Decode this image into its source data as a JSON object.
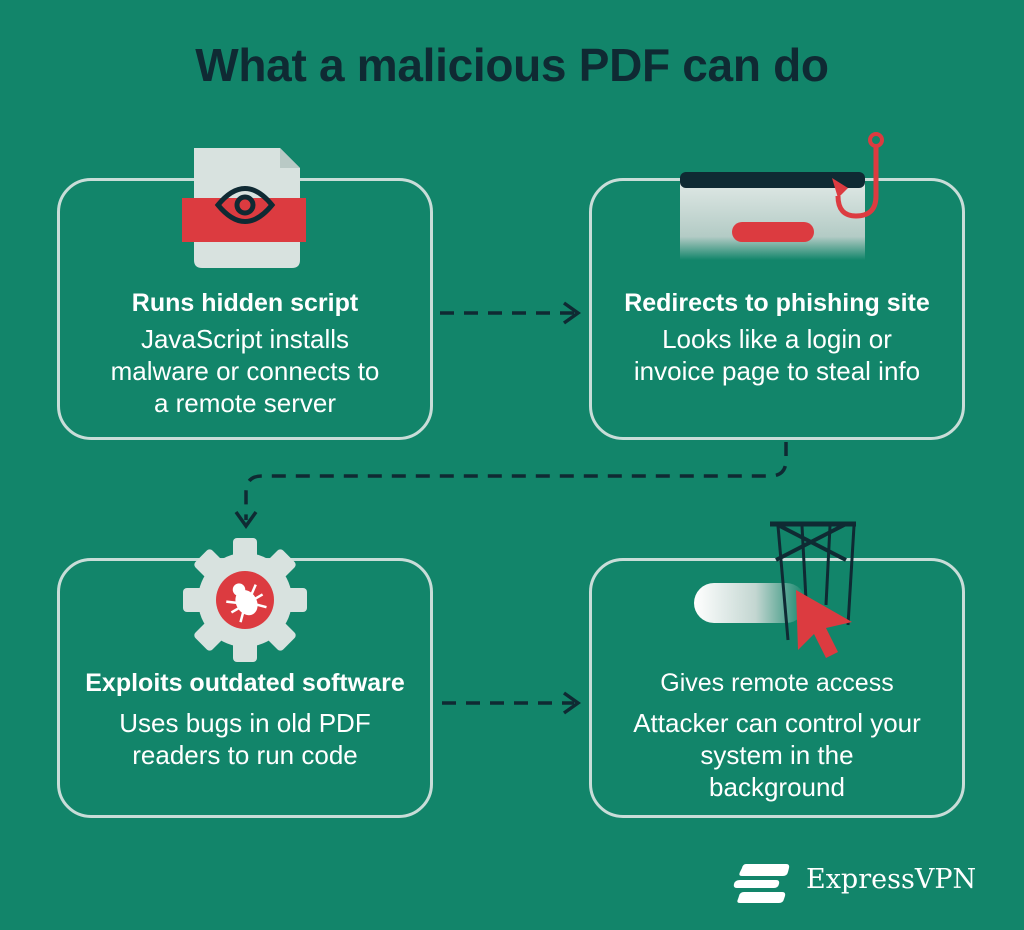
{
  "header": {
    "title": "What a malicious PDF can do"
  },
  "cards": [
    {
      "title": "Runs hidden script",
      "description": "JavaScript installs malware or connects to a remote server",
      "icon": "eye-document-icon"
    },
    {
      "title": "Redirects to phishing site",
      "description": "Looks like a login or invoice page to steal info",
      "icon": "phishing-hook-icon"
    },
    {
      "title": "Exploits outdated software",
      "description": "Uses bugs in old PDF readers to run code",
      "icon": "bug-gear-icon"
    },
    {
      "title": "Gives remote access",
      "description": "Attacker can control your system in the background",
      "icon": "puppet-cursor-icon"
    }
  ],
  "brand": {
    "name": "ExpressVPN",
    "logo_icon": "expressvpn-logo-icon"
  },
  "colors": {
    "background": "#12856a",
    "title": "#0f2a33",
    "card_border": "#c8ddd8",
    "accent_red": "#dc3b40",
    "connector": "#0f2a33"
  }
}
